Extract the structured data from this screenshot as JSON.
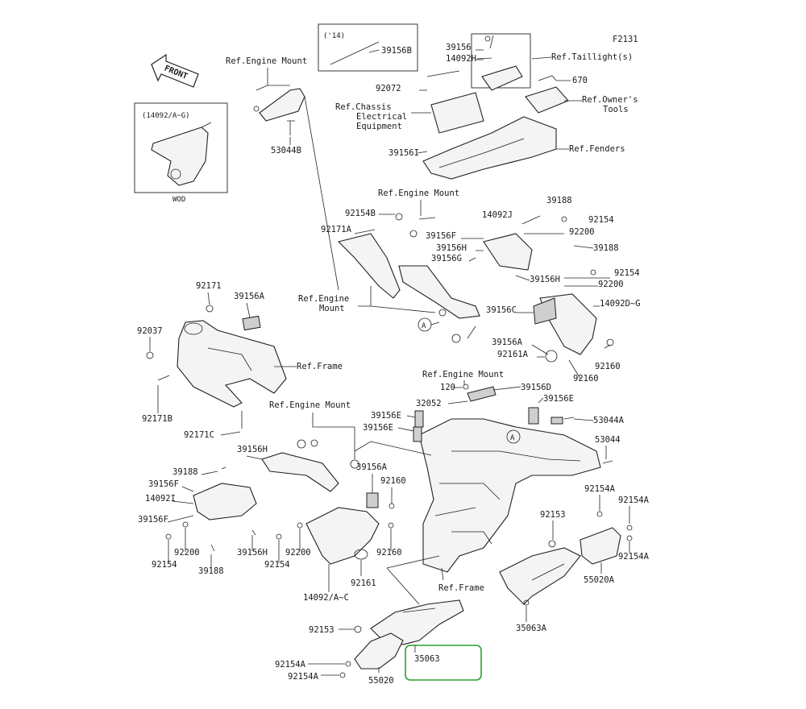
{
  "diagram_code": "F2131",
  "front_label": "FRONT",
  "inset_wod": {
    "header": "(14092/A~G)",
    "footer": "WOD"
  },
  "inset_14": {
    "header": "('14)"
  },
  "labels": {
    "l39156B": "39156B",
    "l39156": "39156",
    "l14092H": "14092H",
    "refTail": "Ref.Taillight(s)",
    "l670": "670",
    "refOwner1": "Ref.Owner's",
    "refOwner2": "Tools",
    "l92072": "92072",
    "refChassis1": "Ref.Chassis",
    "refChassis2": "Electrical",
    "refChassis3": "Equipment",
    "l39156I": "39156I",
    "refFenders": "Ref.Fenders",
    "refEngTop": "Ref.Engine Mount",
    "l53044B": "53044B",
    "refEngMid": "Ref.Engine Mount",
    "l39188a": "39188",
    "l92154B": "92154B",
    "l14092J": "14092J",
    "l92154a": "92154",
    "l92171A": "92171A",
    "l39156F": "39156F",
    "l92200a": "92200",
    "l39156Ha": "39156H",
    "l39188b": "39188",
    "l39156G": "39156G",
    "l39156Hb": "39156H",
    "l92154b": "92154",
    "l92200b": "92200",
    "refEngCenter1": "Ref.Engine",
    "refEngCenter2": "Mount",
    "l39156C": "39156C",
    "l14092DG": "14092D~G",
    "l39156Aa": "39156A",
    "l92161A": "92161A",
    "l92160a": "92160",
    "l92160b": "92160",
    "callA1": "A",
    "callA2": "A",
    "l92171": "92171",
    "l39156A": "39156A",
    "l92037": "92037",
    "refFrameL": "Ref.Frame",
    "l92171B": "92171B",
    "l92171C": "92171C",
    "refEngLower": "Ref.Engine Mount",
    "refEngLow2": "Ref.Engine Mount",
    "l120": "120",
    "l39156D": "39156D",
    "l32052": "32052",
    "l39156Ea": "39156E",
    "l39156Eb": "39156E",
    "l39156Ec": "39156E",
    "l53044A": "53044A",
    "l53044": "53044",
    "l39156Hc": "39156H",
    "l39188c": "39188",
    "l39156Fa": "39156F",
    "l14092I": "14092I",
    "l39156Fb": "39156F",
    "l92154c": "92154",
    "l92200c": "92200",
    "l39156Hd": "39156H",
    "l39188d": "39188",
    "l39156Ab": "39156A",
    "l92160c": "92160",
    "l92200d": "92200",
    "l92154d": "92154",
    "l92160d": "92160",
    "l92161": "92161",
    "l14092AC": "14092/A~C",
    "refFrameC": "Ref.Frame",
    "l92154Aa": "92154A",
    "l92154Ab": "92154A",
    "l92153a": "92153",
    "l92154Ac": "92154A",
    "l55020A": "55020A",
    "l35063A": "35063A",
    "l92153b": "92153",
    "l92154Ad": "92154A",
    "l92154Ae": "92154A",
    "l35063": "35063",
    "l55020": "55020"
  }
}
